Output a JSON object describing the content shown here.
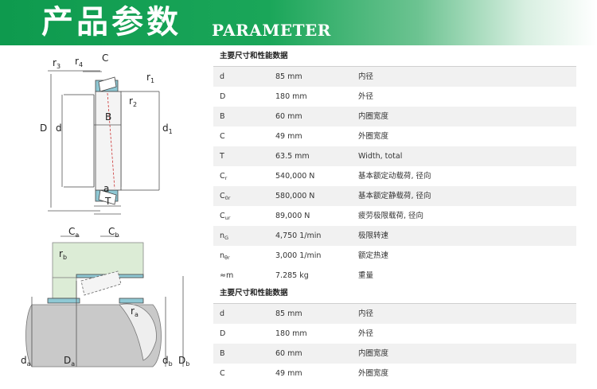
{
  "banner": {
    "title": "产品参数",
    "subtitle": "PARAMETER",
    "color": "#1aa659"
  },
  "diagram_top": {
    "labels": {
      "C": "C",
      "r3": "r",
      "r3_sub": "3",
      "r4": "r",
      "r4_sub": "4",
      "r1": "r",
      "r1_sub": "1",
      "r2": "r",
      "r2_sub": "2",
      "D": "D",
      "d": "d",
      "d1": "d",
      "d1_sub": "1",
      "B": "B",
      "a": "a",
      "T": "T"
    }
  },
  "diagram_bottom": {
    "labels": {
      "Ca": "C",
      "Ca_sub": "a",
      "Cb": "C",
      "Cb_sub": "b",
      "rb": "r",
      "rb_sub": "b",
      "ra": "r",
      "ra_sub": "a",
      "da": "d",
      "da_sub": "a",
      "Da": "D",
      "Da_sub": "a",
      "db": "d",
      "db_sub": "b",
      "Db": "D",
      "Db_sub": "b"
    }
  },
  "table1": {
    "header": "主要尺寸和性能数据",
    "rows": [
      {
        "sym": "d",
        "sub": "",
        "value": "85 mm",
        "desc": "内径"
      },
      {
        "sym": "D",
        "sub": "",
        "value": "180 mm",
        "desc": "外径"
      },
      {
        "sym": "B",
        "sub": "",
        "value": "60 mm",
        "desc": "内圈宽度"
      },
      {
        "sym": "C",
        "sub": "",
        "value": "49 mm",
        "desc": "外圈宽度"
      },
      {
        "sym": "T",
        "sub": "",
        "value": "63.5 mm",
        "desc": "Width, total"
      },
      {
        "sym": "C",
        "sub": "r",
        "value": "540,000 N",
        "desc": "基本额定动载荷, 径向"
      },
      {
        "sym": "C",
        "sub": "0r",
        "value": "580,000 N",
        "desc": "基本额定静载荷, 径向"
      },
      {
        "sym": "C",
        "sub": "ur",
        "value": "89,000 N",
        "desc": "疲劳极限载荷, 径向"
      },
      {
        "sym": "n",
        "sub": "G",
        "value": "4,750 1/min",
        "desc": "极限转速"
      },
      {
        "sym": "n",
        "sub": "θr",
        "value": "3,000 1/min",
        "desc": "额定热速"
      },
      {
        "sym": "≈m",
        "sub": "",
        "value": "7.285 kg",
        "desc": "重量"
      }
    ]
  },
  "table2": {
    "header": "主要尺寸和性能数据",
    "rows": [
      {
        "sym": "d",
        "value": "85 mm",
        "desc": "内径"
      },
      {
        "sym": "D",
        "value": "180 mm",
        "desc": "外径"
      },
      {
        "sym": "B",
        "value": "60 mm",
        "desc": "内圈宽度"
      },
      {
        "sym": "C",
        "value": "49 mm",
        "desc": "外圈宽度"
      }
    ]
  }
}
